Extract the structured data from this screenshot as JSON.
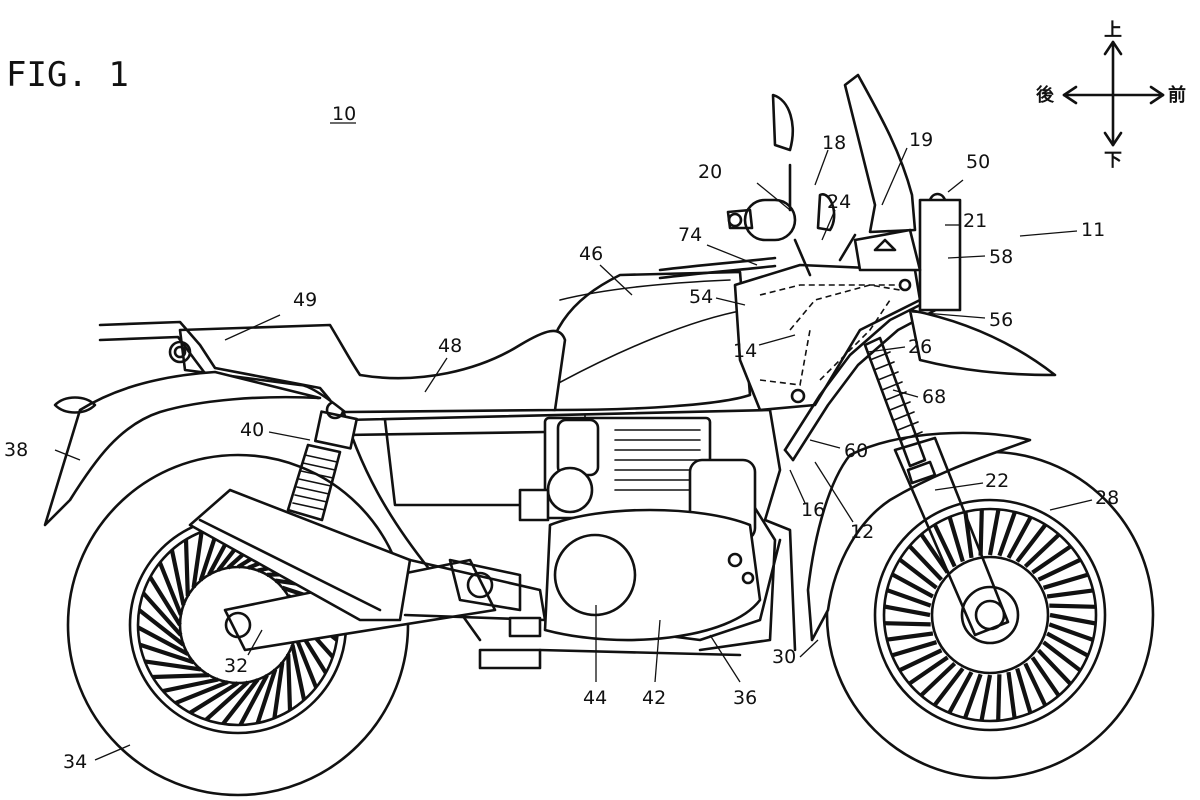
{
  "figure": {
    "title": "FIG. 1",
    "vehicle_ref": "10"
  },
  "orientation": {
    "up": "上",
    "down": "下",
    "front": "前",
    "rear": "後"
  },
  "reference_numerals": [
    "11",
    "12",
    "14",
    "16",
    "18",
    "19",
    "20",
    "21",
    "22",
    "24",
    "26",
    "28",
    "30",
    "32",
    "34",
    "36",
    "38",
    "40",
    "42",
    "44",
    "46",
    "48",
    "49",
    "50",
    "54",
    "56",
    "58",
    "60",
    "68",
    "74"
  ]
}
